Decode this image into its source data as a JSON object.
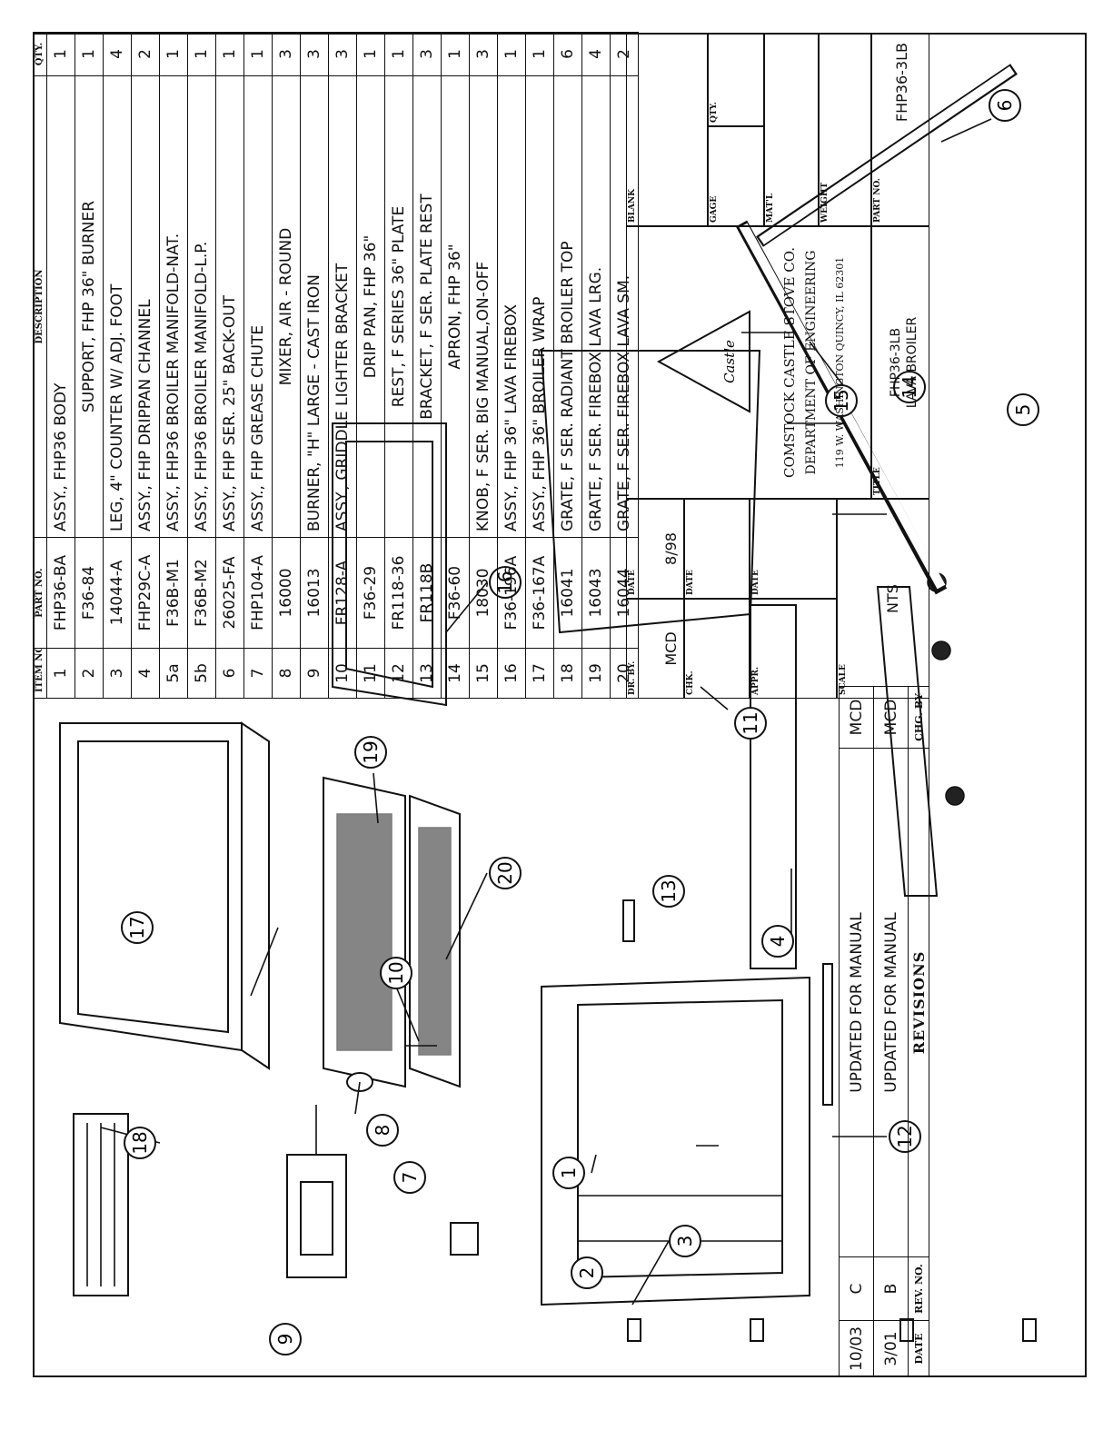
{
  "parts_table": {
    "headers": {
      "item": "ITEM NO.",
      "part": "PART NO.",
      "desc": "DESCRIPTION",
      "qty": "QTY."
    },
    "rows": [
      {
        "item": "1",
        "part": "FHP36-BA",
        "desc": "ASSY., FHP36 BODY",
        "qty": "1"
      },
      {
        "item": "2",
        "part": "F36-84",
        "desc": "SUPPORT, FHP 36\" BURNER",
        "qty": "1"
      },
      {
        "item": "3",
        "part": "14044-A",
        "desc": "LEG, 4\" COUNTER W/ ADJ. FOOT",
        "qty": "4"
      },
      {
        "item": "4",
        "part": "FHP29C-A",
        "desc": "ASSY., FHP DRIPPAN CHANNEL",
        "qty": "2"
      },
      {
        "item": "5a",
        "part": "F36B-M1",
        "desc": "ASSY., FHP36 BROILER MANIFOLD-NAT.",
        "qty": "1"
      },
      {
        "item": "5b",
        "part": "F36B-M2",
        "desc": "ASSY., FHP36 BROILER MANIFOLD-L.P.",
        "qty": "1"
      },
      {
        "item": "6",
        "part": "26025-FA",
        "desc": "ASSY., FHP SER. 25\" BACK-OUT",
        "qty": "1"
      },
      {
        "item": "7",
        "part": "FHP104-A",
        "desc": "ASSY., FHP GREASE CHUTE",
        "qty": "1"
      },
      {
        "item": "8",
        "part": "16000",
        "desc": "MIXER, AIR - ROUND",
        "qty": "3"
      },
      {
        "item": "9",
        "part": "16013",
        "desc": "BURNER, \"H\" LARGE - CAST IRON",
        "qty": "3"
      },
      {
        "item": "10",
        "part": "FR128-A",
        "desc": "ASSY., GRIDDLE LIGHTER BRACKET",
        "qty": "3"
      },
      {
        "item": "11",
        "part": "F36-29",
        "desc": "DRIP PAN, FHP 36\"",
        "qty": "1"
      },
      {
        "item": "12",
        "part": "FR118-36",
        "desc": "REST, F SERIES 36\" PLATE",
        "qty": "1"
      },
      {
        "item": "13",
        "part": "FR118B",
        "desc": "BRACKET, F SER. PLATE REST",
        "qty": "3"
      },
      {
        "item": "14",
        "part": "F36-60",
        "desc": "APRON, FHP 36\"",
        "qty": "1"
      },
      {
        "item": "15",
        "part": "18030",
        "desc": "KNOB, F SER. BIG MANUAL,ON-OFF",
        "qty": "3"
      },
      {
        "item": "16",
        "part": "F36-196A",
        "desc": "ASSY., FHP 36\" LAVA FIREBOX",
        "qty": "1"
      },
      {
        "item": "17",
        "part": "F36-167A",
        "desc": "ASSY., FHP 36\" BROILER WRAP",
        "qty": "1"
      },
      {
        "item": "18",
        "part": "16041",
        "desc": "GRATE, F SER. RADIANT BROILER TOP",
        "qty": "6"
      },
      {
        "item": "19",
        "part": "16043",
        "desc": "GRATE, F SER. FIREBOX LAVA LRG.",
        "qty": "4"
      },
      {
        "item": "20",
        "part": "16044",
        "desc": "GRATE, F SER. FIREBOX LAVA SM.",
        "qty": "2"
      }
    ]
  },
  "revisions": {
    "rows": [
      {
        "date": "10/03",
        "rev": "C",
        "desc": "UPDATED FOR MANUAL",
        "by": "MCD"
      },
      {
        "date": "3/01",
        "rev": "B",
        "desc": "UPDATED FOR MANUAL",
        "by": "MCD"
      }
    ],
    "headers": {
      "date": "DATE",
      "rev": "REV. NO.",
      "title": "REVISIONS",
      "by": "CHG. BY"
    }
  },
  "title_block": {
    "dr_by_label": "DR. BY.",
    "dr_by": "MCD",
    "date_label": "DATE",
    "date": "8/98",
    "chk_label": "CHK.",
    "chk_date_label": "DATE",
    "appr_label": "APPR.",
    "appr_date_label": "DATE",
    "scale_label": "SCALE",
    "scale": "NTS",
    "logo_text": "Castle",
    "company": "COMSTOCK CASTLE STOVE CO.",
    "department": "DEPARTMENT OF ENGINEERING",
    "address": "119 W. WASHINGTON  QUINCY, IL 62301",
    "title_label": "TITLE",
    "title_line1": "FHP36-3LB",
    "title_line2": "LAVA BROILER",
    "blank_label": "BLANK",
    "gage_label": "GAGE",
    "qty_label": "QTY.",
    "matl_label": "MAT'L",
    "weight_label": "WEIGHT",
    "part_no_label": "PART NO.",
    "part_no": "FHP36-3LB"
  },
  "callouts": [
    "1",
    "2",
    "3",
    "4",
    "5",
    "6",
    "7",
    "8",
    "9",
    "10",
    "11",
    "12",
    "13",
    "14",
    "15",
    "16",
    "17",
    "18",
    "19",
    "20"
  ]
}
